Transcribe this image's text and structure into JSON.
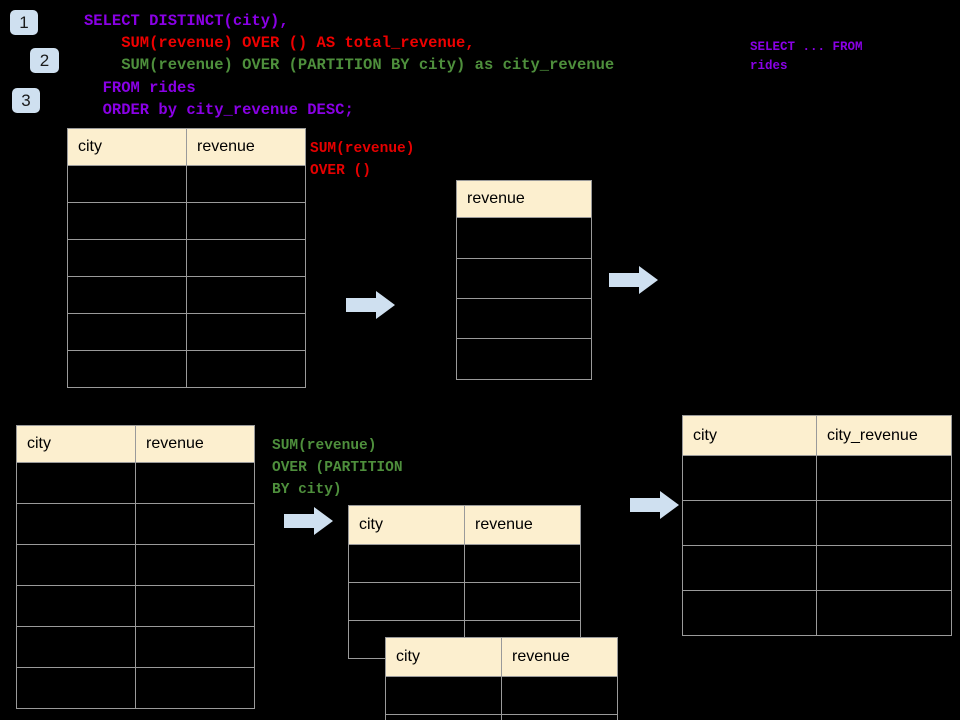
{
  "theme": {
    "background": "#000000",
    "header_fill": "#fcefcf",
    "border": "#9a9a9a",
    "arrow_fill": "#cfe0f0",
    "badge_fill": "#cfe0f0",
    "sql_keyword": "#8a00e6",
    "sql_red": "#e60000",
    "sql_green": "#4e8f3c"
  },
  "badges": [
    {
      "label": "1"
    },
    {
      "label": "2"
    },
    {
      "label": "3"
    }
  ],
  "sql": {
    "line1": "SELECT DISTINCT(city),",
    "line2": "    SUM(revenue) OVER () AS total_revenue,",
    "line3": "    SUM(revenue) OVER (PARTITION BY city) as city_revenue",
    "line4": "  FROM rides",
    "line5": "  ORDER by city_revenue DESC;"
  },
  "annotations": {
    "select_from_rides": "SELECT ... FROM\nrides",
    "sum_over_empty": "SUM(revenue)\nOVER ()",
    "sum_over_partition": "SUM(revenue)\nOVER (PARTITION\nBY city)"
  },
  "tables": {
    "rides_top": {
      "name": "rides-source-table",
      "headers": [
        "city",
        "revenue"
      ],
      "row_count": 6,
      "rows": [
        [
          "",
          ""
        ],
        [
          "",
          ""
        ],
        [
          "",
          ""
        ],
        [
          "",
          ""
        ],
        [
          "",
          ""
        ],
        [
          "",
          ""
        ]
      ]
    },
    "total_revenue": {
      "name": "total-revenue-table",
      "headers": [
        "revenue"
      ],
      "row_count": 4,
      "rows": [
        [
          ""
        ],
        [
          ""
        ],
        [
          ""
        ],
        [
          ""
        ]
      ]
    },
    "rides_bottom": {
      "name": "rides-source-table-partitioned",
      "headers": [
        "city",
        "revenue"
      ],
      "row_count": 6,
      "rows": [
        [
          "",
          ""
        ],
        [
          "",
          ""
        ],
        [
          "",
          ""
        ],
        [
          "",
          ""
        ],
        [
          "",
          ""
        ],
        [
          "",
          ""
        ]
      ]
    },
    "partition_a": {
      "name": "partition-group-table-a",
      "headers": [
        "city",
        "revenue"
      ],
      "row_count": 3,
      "rows": [
        [
          "",
          ""
        ],
        [
          "",
          ""
        ],
        [
          "",
          ""
        ]
      ]
    },
    "partition_b": {
      "name": "partition-group-table-b",
      "headers": [
        "city",
        "revenue"
      ],
      "row_count": 2,
      "rows": [
        [
          "",
          ""
        ],
        [
          "",
          ""
        ]
      ]
    },
    "result": {
      "name": "city-revenue-result-table",
      "headers": [
        "city",
        "city_revenue"
      ],
      "row_count": 4,
      "rows": [
        [
          "",
          ""
        ],
        [
          "",
          ""
        ],
        [
          "",
          ""
        ],
        [
          "",
          ""
        ]
      ]
    }
  },
  "arrows": [
    {
      "name": "arrow-rides-to-total-revenue"
    },
    {
      "name": "arrow-total-revenue-to-result"
    },
    {
      "name": "arrow-rides-to-partitions"
    },
    {
      "name": "arrow-partitions-to-result"
    }
  ]
}
